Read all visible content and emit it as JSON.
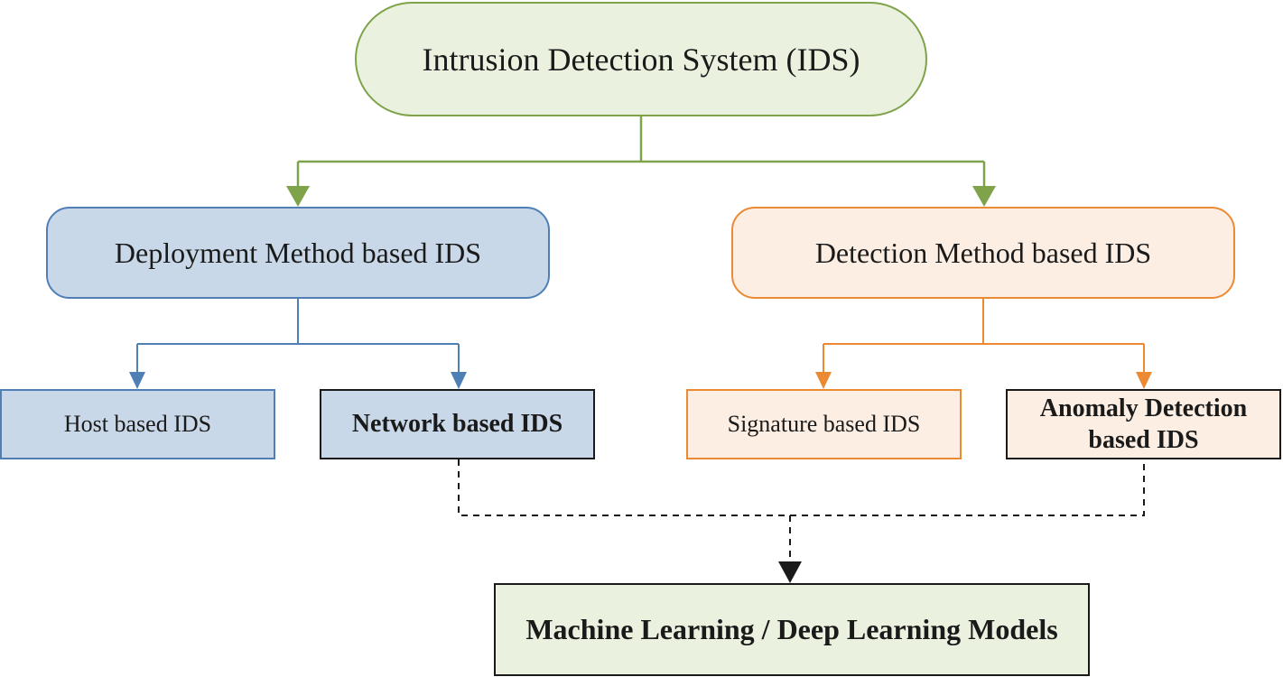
{
  "diagram": {
    "root": {
      "label": "Intrusion Detection System (IDS)"
    },
    "categories": {
      "deployment": {
        "label": "Deployment Method based IDS"
      },
      "detection": {
        "label": "Detection Method based IDS"
      }
    },
    "leaves": {
      "host": {
        "label": "Host based IDS"
      },
      "network": {
        "label": "Network based IDS"
      },
      "signature": {
        "label": "Signature based IDS"
      },
      "anomaly": {
        "label": "Anomaly Detection based IDS"
      }
    },
    "target": {
      "label": "Machine Learning / Deep Learning Models"
    },
    "colors": {
      "green": "#7ea34a",
      "green_fill": "#ebf1df",
      "blue": "#4f7fb5",
      "blue_fill": "#c9d8e8",
      "orange": "#ec8a33",
      "orange_fill": "#fceee3",
      "dark": "#1a1a1a"
    }
  }
}
